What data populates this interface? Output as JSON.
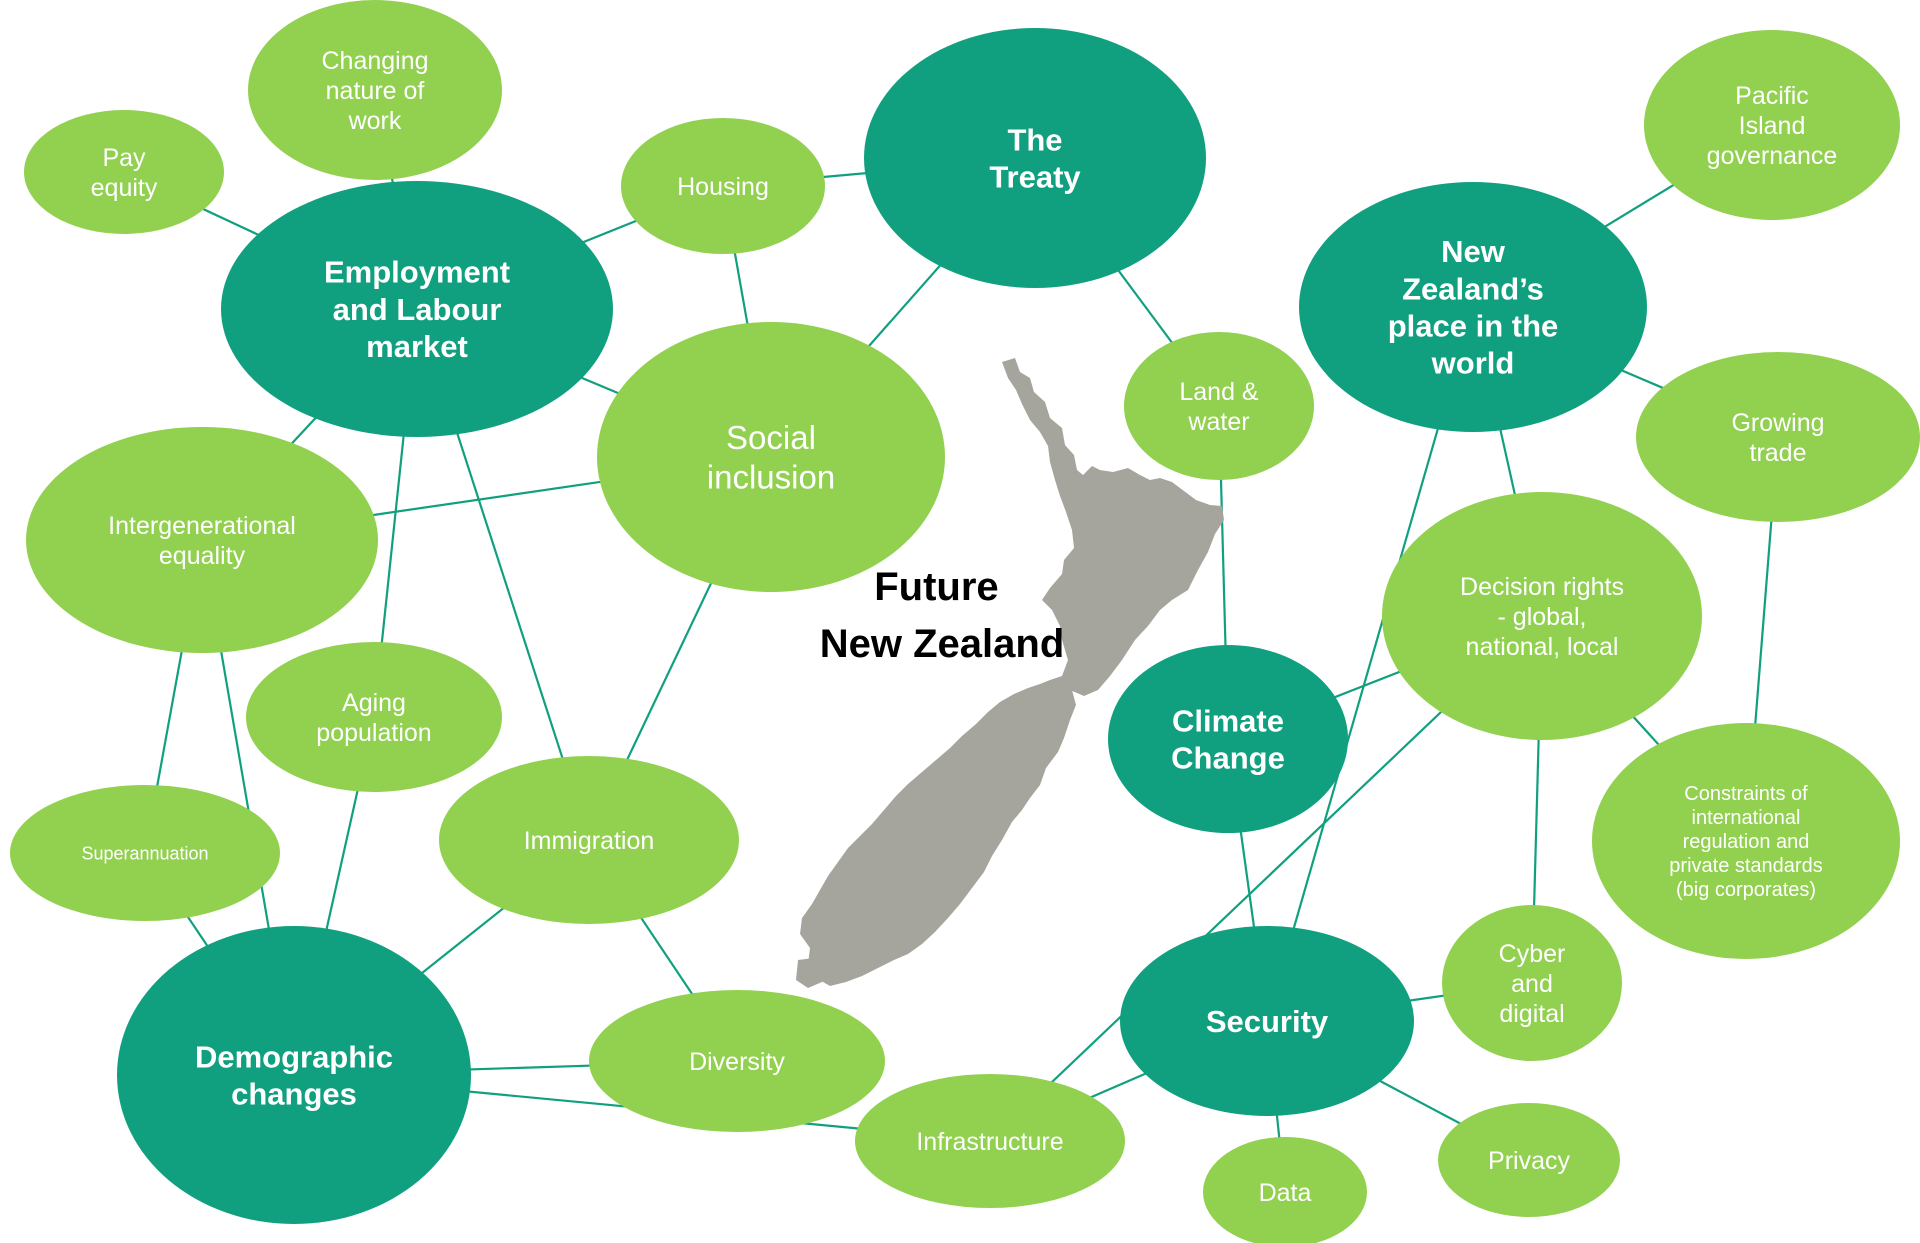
{
  "center_title": [
    "Future",
    "New Zealand"
  ],
  "colors": {
    "dark_node": "#11a07f",
    "light_node": "#92d050",
    "edge": "#11a07f",
    "map": "#a6a59d",
    "label_text": "#ffffff"
  },
  "nodes": {
    "treaty": {
      "style": "dark",
      "lines": [
        "The",
        "Treaty"
      ]
    },
    "employment": {
      "style": "dark",
      "lines": [
        "Employment",
        "and Labour",
        "market"
      ]
    },
    "nz_place": {
      "style": "dark",
      "lines": [
        "New",
        "Zealand’s",
        "place in the",
        "world"
      ]
    },
    "climate": {
      "style": "dark",
      "lines": [
        "Climate",
        "Change"
      ]
    },
    "security": {
      "style": "dark",
      "lines": [
        "Security"
      ]
    },
    "demographic": {
      "style": "dark",
      "lines": [
        "Demographic",
        "changes"
      ]
    },
    "changing_work": {
      "style": "light",
      "lines": [
        "Changing",
        "nature of",
        "work"
      ]
    },
    "pay_equity": {
      "style": "light",
      "lines": [
        "Pay",
        "equity"
      ]
    },
    "housing": {
      "style": "light",
      "lines": [
        "Housing"
      ]
    },
    "social": {
      "style": "light",
      "lines": [
        "Social",
        "inclusion"
      ]
    },
    "land_water": {
      "style": "light",
      "lines": [
        "Land &",
        "water"
      ]
    },
    "pacific": {
      "style": "light",
      "lines": [
        "Pacific",
        "Island",
        "governance"
      ]
    },
    "growing_trade": {
      "style": "light",
      "lines": [
        "Growing",
        "trade"
      ]
    },
    "intergen": {
      "style": "light",
      "lines": [
        "Intergenerational",
        "equality"
      ]
    },
    "decision": {
      "style": "light",
      "lines": [
        "Decision rights",
        "- global,",
        "national, local"
      ]
    },
    "aging": {
      "style": "light",
      "lines": [
        "Aging",
        "population"
      ]
    },
    "superann": {
      "style": "light",
      "lines": [
        "Superannuation"
      ]
    },
    "immigration": {
      "style": "light",
      "lines": [
        "Immigration"
      ]
    },
    "constraints": {
      "style": "light",
      "lines": [
        "Constraints of",
        "international",
        "regulation and",
        "private standards",
        "(big corporates)"
      ]
    },
    "cyber": {
      "style": "light",
      "lines": [
        "Cyber",
        "and",
        "digital"
      ]
    },
    "diversity": {
      "style": "light",
      "lines": [
        "Diversity"
      ]
    },
    "infrastructure": {
      "style": "light",
      "lines": [
        "Infrastructure"
      ]
    },
    "privacy": {
      "style": "light",
      "lines": [
        "Privacy"
      ]
    },
    "data": {
      "style": "light",
      "lines": [
        "Data"
      ]
    }
  },
  "edges": [
    [
      "employment",
      "pay_equity"
    ],
    [
      "employment",
      "changing_work"
    ],
    [
      "employment",
      "housing"
    ],
    [
      "employment",
      "social"
    ],
    [
      "employment",
      "intergen"
    ],
    [
      "employment",
      "aging"
    ],
    [
      "employment",
      "immigration"
    ],
    [
      "housing",
      "treaty"
    ],
    [
      "housing",
      "social"
    ],
    [
      "treaty",
      "social"
    ],
    [
      "treaty",
      "land_water"
    ],
    [
      "social",
      "intergen"
    ],
    [
      "social",
      "immigration"
    ],
    [
      "land_water",
      "climate"
    ],
    [
      "nz_place",
      "pacific"
    ],
    [
      "nz_place",
      "growing_trade"
    ],
    [
      "nz_place",
      "decision"
    ],
    [
      "nz_place",
      "security"
    ],
    [
      "decision",
      "climate"
    ],
    [
      "decision",
      "infrastructure"
    ],
    [
      "decision",
      "cyber"
    ],
    [
      "decision",
      "constraints"
    ],
    [
      "growing_trade",
      "constraints"
    ],
    [
      "climate",
      "security"
    ],
    [
      "security",
      "cyber"
    ],
    [
      "security",
      "infrastructure"
    ],
    [
      "security",
      "privacy"
    ],
    [
      "security",
      "data"
    ],
    [
      "intergen",
      "superann"
    ],
    [
      "intergen",
      "demographic"
    ],
    [
      "aging",
      "demographic"
    ],
    [
      "superann",
      "demographic"
    ],
    [
      "immigration",
      "demographic"
    ],
    [
      "immigration",
      "diversity"
    ],
    [
      "demographic",
      "diversity"
    ],
    [
      "demographic",
      "infrastructure"
    ]
  ]
}
